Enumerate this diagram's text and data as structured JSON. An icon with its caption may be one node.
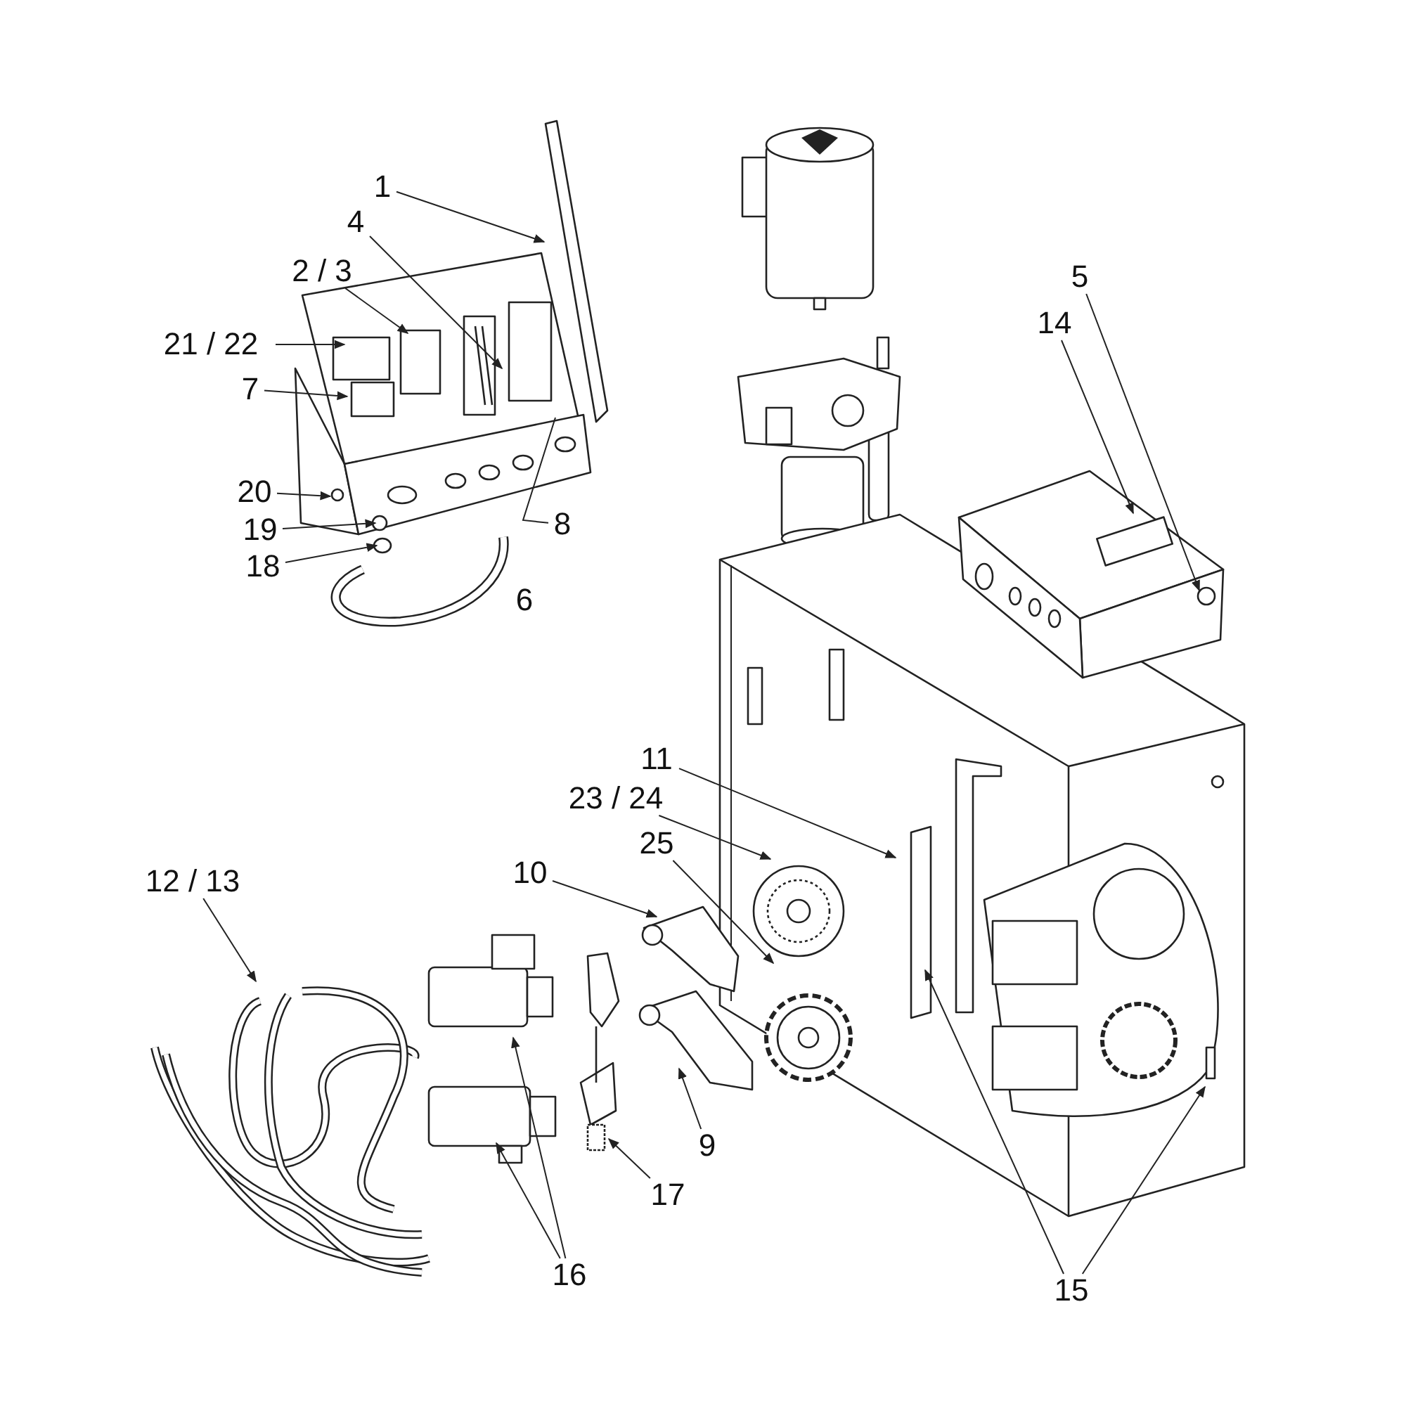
{
  "diagram": {
    "nodes": [
      {
        "text": [
          "1"
        ]
      },
      {
        "text": [
          "4"
        ]
      },
      {
        "text": [
          "2 / 3"
        ]
      },
      {
        "text": [
          "21 / 22"
        ]
      },
      {
        "text": [
          "7"
        ]
      },
      {
        "text": [
          "20"
        ]
      },
      {
        "text": [
          "8"
        ]
      },
      {
        "text": [
          "19"
        ]
      },
      {
        "text": [
          "18"
        ]
      },
      {
        "text": [
          "5"
        ]
      },
      {
        "text": [
          "14"
        ]
      },
      {
        "text": [
          "11"
        ]
      },
      {
        "text": [
          "23 / 24"
        ]
      },
      {
        "text": [
          "25"
        ]
      },
      {
        "text": [
          "12 / 13"
        ]
      },
      {
        "text": [
          "10"
        ]
      },
      {
        "text": [
          "9"
        ]
      },
      {
        "text": [
          "17"
        ]
      },
      {
        "text": [
          "16"
        ]
      },
      {
        "text": [
          "15"
        ]
      }
    ],
    "edges": [
      {
        "from": 0,
        "to": null,
        "arrow": "to"
      },
      {
        "from": 1,
        "to": null,
        "arrow": "to"
      },
      {
        "from": 2,
        "to": null,
        "arrow": "to"
      },
      {
        "from": 3,
        "to": null,
        "arrow": "to"
      },
      {
        "from": 4,
        "to": null,
        "arrow": "to"
      },
      {
        "from": 5,
        "to": null,
        "arrow": "to"
      },
      {
        "from": 6,
        "to": null,
        "arrow": "none"
      },
      {
        "from": 7,
        "to": null,
        "arrow": "to"
      },
      {
        "from": 8,
        "to": null,
        "arrow": "to"
      },
      {
        "from": 9,
        "to": null,
        "arrow": "to"
      },
      {
        "from": 10,
        "to": null,
        "arrow": "to"
      },
      {
        "from": 11,
        "to": null,
        "arrow": "to"
      },
      {
        "from": 12,
        "to": null,
        "arrow": "to"
      },
      {
        "from": 13,
        "to": null,
        "arrow": "to"
      },
      {
        "from": 14,
        "to": null,
        "arrow": "to"
      },
      {
        "from": 15,
        "to": null,
        "arrow": "to"
      },
      {
        "from": 16,
        "to": null,
        "arrow": "to"
      },
      {
        "from": 17,
        "to": null,
        "arrow": "to"
      },
      {
        "from": 18,
        "to": null,
        "arrow": "to"
      },
      {
        "from": 18,
        "to": null,
        "arrow": "to"
      },
      {
        "from": 19,
        "to": null,
        "arrow": "to"
      },
      {
        "from": 19,
        "to": null,
        "arrow": "to"
      }
    ],
    "labels": [
      "6"
    ]
  }
}
